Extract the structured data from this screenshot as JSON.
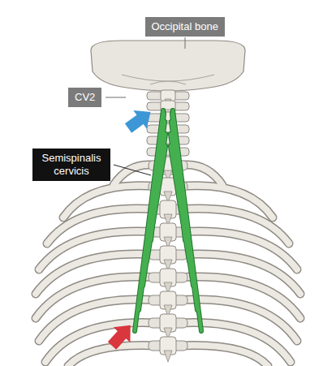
{
  "diagram": {
    "nodes": [
      {
        "text": [
          "Occipital bone"
        ]
      },
      {
        "text": [
          "CV2"
        ]
      },
      {
        "text": [
          "Semispinalis cervicis"
        ]
      }
    ],
    "edges": []
  }
}
